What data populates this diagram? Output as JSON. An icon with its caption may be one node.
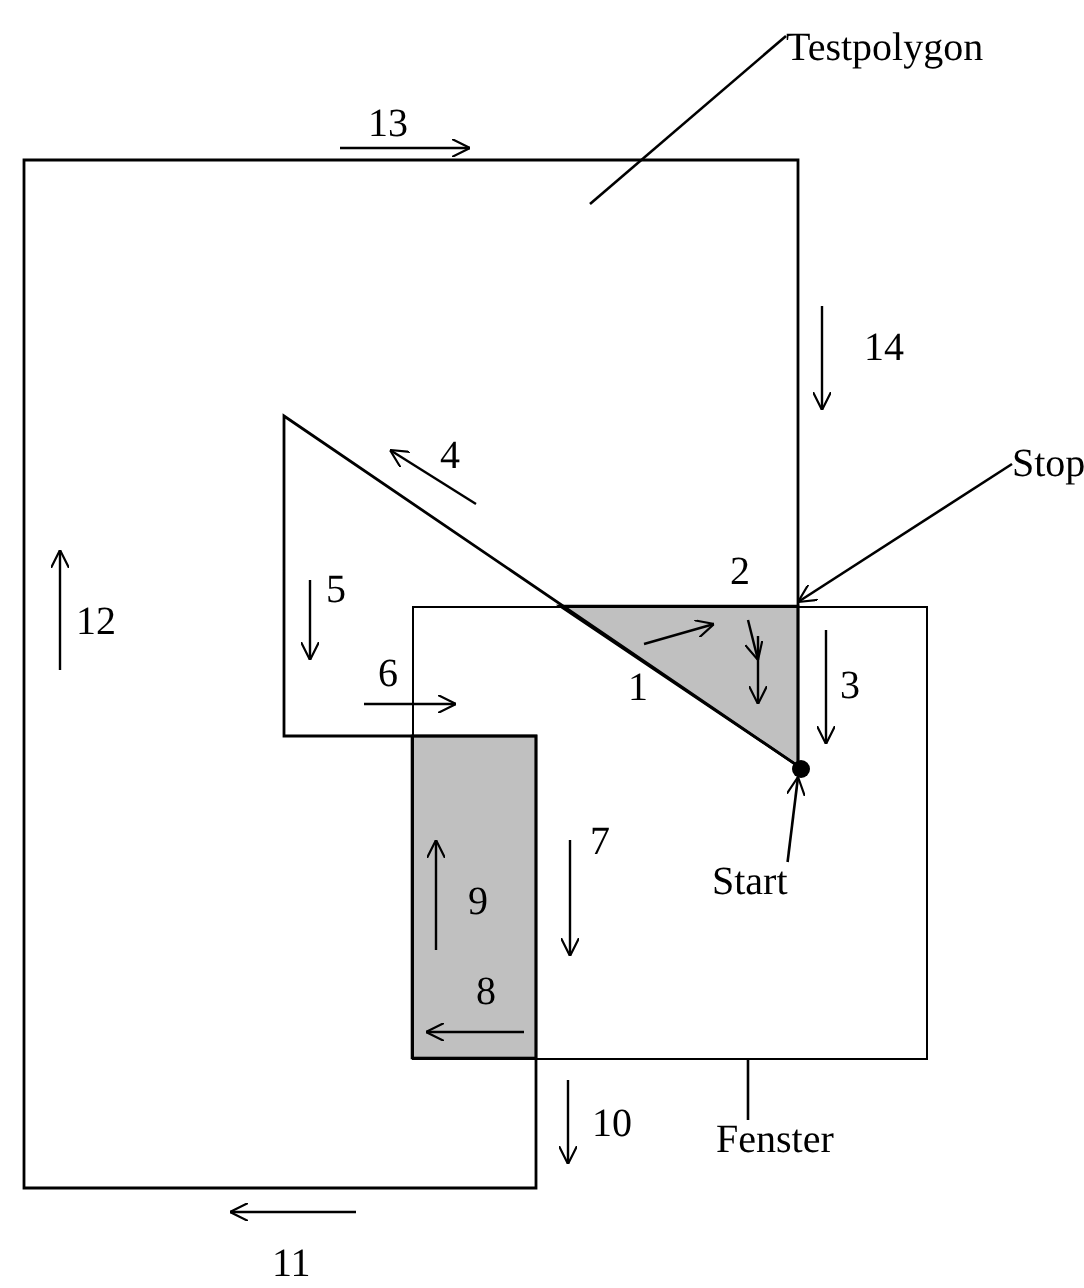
{
  "diagram": {
    "nodes": [
      {
        "text": [
          "Testpolygon"
        ]
      },
      {
        "text": [],
        "shape": "polygon"
      },
      {
        "text": [
          "Stop"
        ]
      },
      {
        "text": [
          "Start"
        ],
        "in": 6
      },
      {
        "text": [],
        "shape": "circle",
        "in": 6
      },
      {
        "text": [
          "Fenster"
        ]
      },
      {
        "text": [],
        "shape": "box"
      }
    ],
    "edges": [
      {
        "from": 0,
        "to": 1,
        "arrow": "none"
      },
      {
        "from": 2,
        "to": 1,
        "arrow": "to"
      },
      {
        "from": 3,
        "to": 4,
        "arrow": "to"
      },
      {
        "from": 5,
        "to": 6,
        "arrow": "none"
      }
    ],
    "labels": [
      "13",
      "14",
      "4",
      "12",
      "5",
      "2",
      "6",
      "1",
      "3",
      "9",
      "7",
      "8",
      "10",
      "11"
    ]
  }
}
